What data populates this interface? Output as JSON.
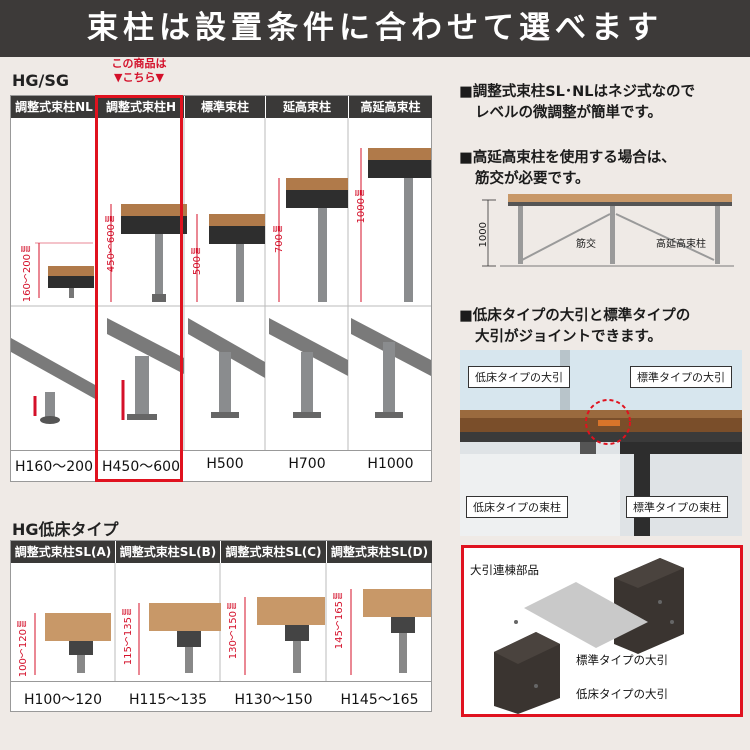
{
  "title": "束柱は設置条件に合わせて選べます",
  "hg_sg": {
    "label": "HG/SG",
    "badge": [
      "この商品は",
      "▼こちら▼"
    ],
    "columns": [
      {
        "header": "調整式束柱NL",
        "dimension": "160〜200",
        "footer": "H160〜200"
      },
      {
        "header": "調整式束柱H",
        "dimension": "450〜600",
        "footer": "H450〜600"
      },
      {
        "header": "標準束柱",
        "dimension": "500",
        "footer": "H500"
      },
      {
        "header": "延高束柱",
        "dimension": "700",
        "footer": "H700"
      },
      {
        "header": "高延高束柱",
        "dimension": "1000",
        "footer": "H1000"
      }
    ]
  },
  "hg_low": {
    "label": "HG低床タイプ",
    "columns": [
      {
        "header": "調整式束柱SL(A)",
        "dimension": "100〜120",
        "footer": "H100〜120"
      },
      {
        "header": "調整式束柱SL(B)",
        "dimension": "115〜135",
        "footer": "H115〜135"
      },
      {
        "header": "調整式束柱SL(C)",
        "dimension": "130〜150",
        "footer": "H130〜150"
      },
      {
        "header": "調整式束柱SL(D)",
        "dimension": "145〜165",
        "footer": "H145〜165"
      }
    ]
  },
  "dim_unit": "㎜",
  "notes": {
    "note1": [
      "■調整式束柱SL･NLはネジ式なので",
      "レベルの微調整が簡単です。"
    ],
    "note2": [
      "■高延高束柱を使用する場合は、",
      "筋交が必要です。"
    ],
    "note3": [
      "■低床タイプの大引と標準タイプの",
      "大引がジョイントできます。"
    ]
  },
  "brace_diagram": {
    "height_label": "1000",
    "brace_label": "筋交",
    "post_label": "高延高束柱"
  },
  "joint_photo": {
    "low_beam": "低床タイプの大引",
    "std_beam": "標準タイプの大引",
    "low_post": "低床タイプの束柱",
    "std_post": "標準タイプの束柱"
  },
  "joint_detail": {
    "connector": "大引連棟部品",
    "std_beam": "標準タイプの大引",
    "low_beam": "低床タイプの大引"
  },
  "colors": {
    "accent_red": "#e0121f",
    "header_dark": "#3a3938",
    "deck_wood": "#b07a4a",
    "metal": "#8a8c8e"
  }
}
